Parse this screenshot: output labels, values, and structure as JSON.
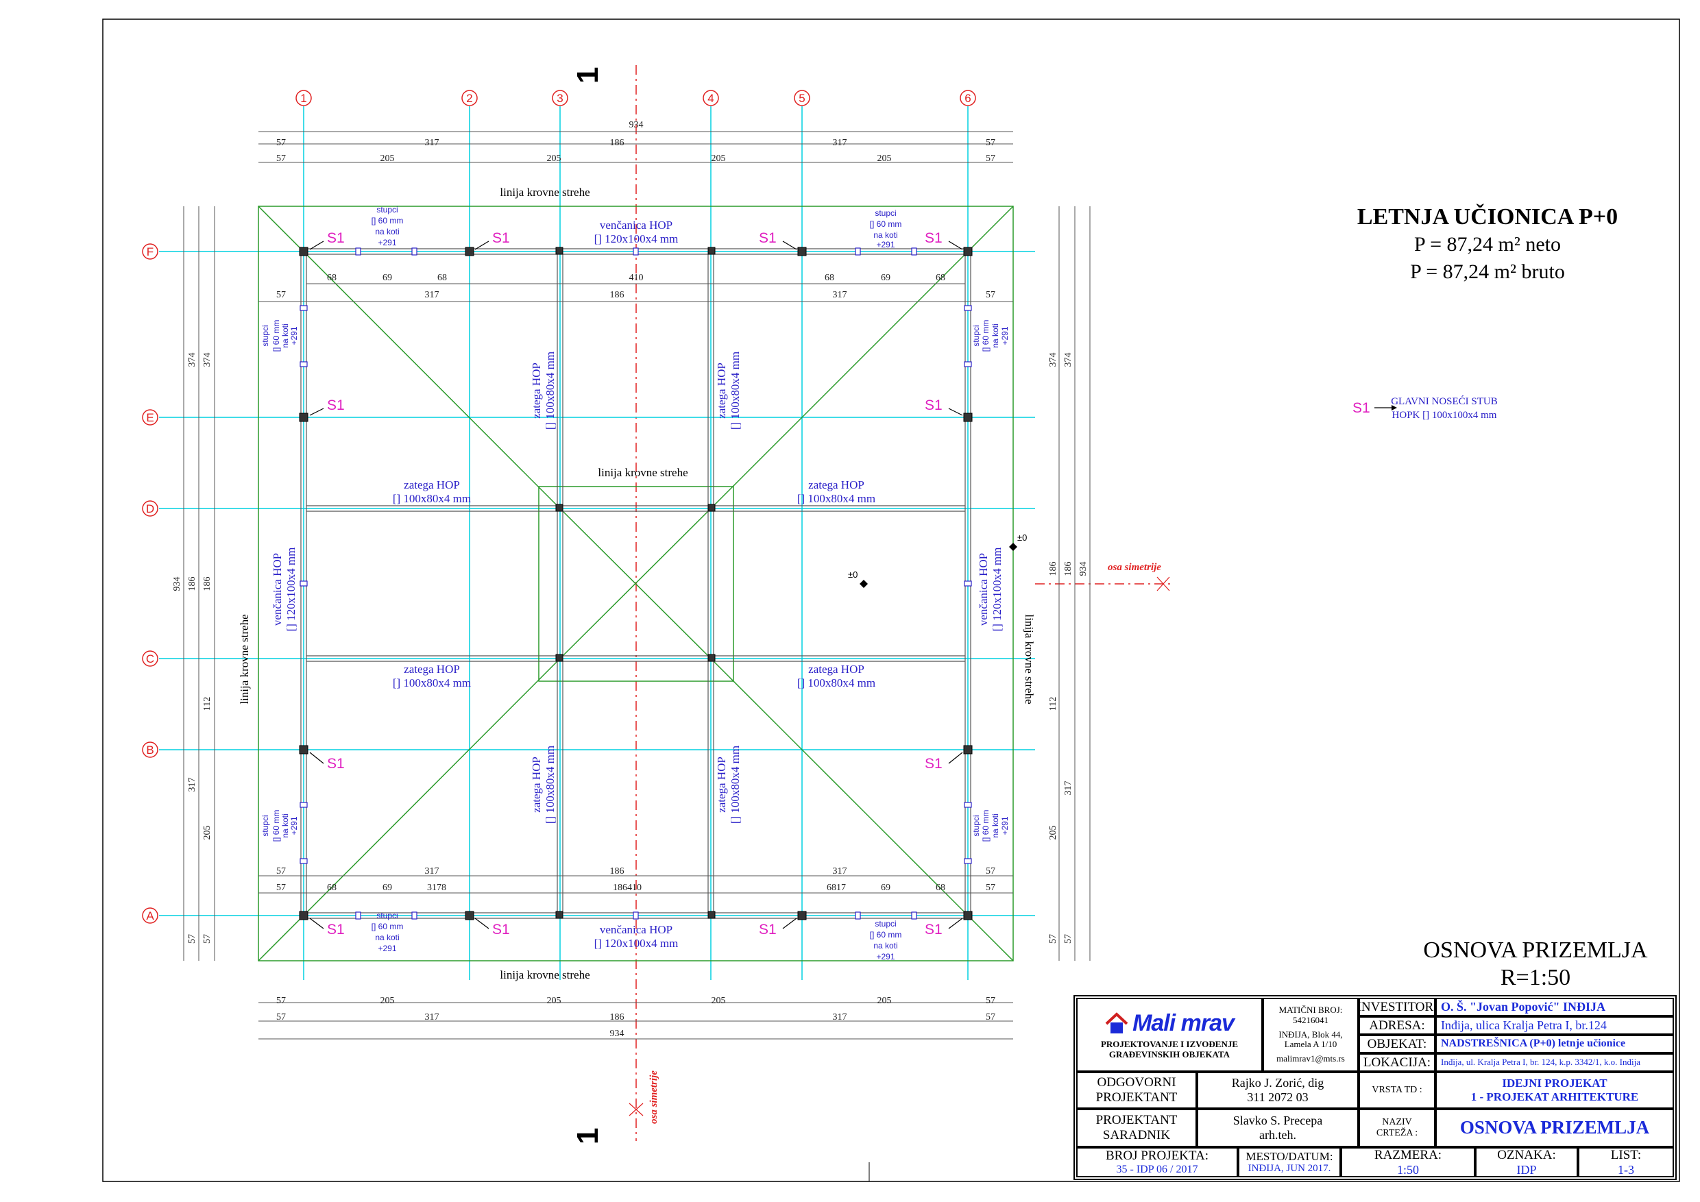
{
  "sheet": {
    "title": "LETNJA UČIONICA P+0",
    "area_net": "P = 87,24 m² neto",
    "area_gross": "P = 87,24 m² bruto",
    "plan_title": "OSNOVA PRIZEMLJA",
    "scale": "R=1:50"
  },
  "legend": {
    "symbol": "S1",
    "line1": "GLAVNI NOSEĆI STUB",
    "line2": "HOPK [] 100x100x4 mm"
  },
  "grid": {
    "columns": [
      "1",
      "2",
      "3",
      "4",
      "5",
      "6"
    ],
    "rows": [
      "F",
      "E",
      "D",
      "C",
      "B",
      "A"
    ]
  },
  "dimensions": {
    "overall": "934",
    "row1": [
      "57",
      "317",
      "186",
      "317",
      "57"
    ],
    "row2": [
      "57",
      "205",
      "205",
      "205",
      "205",
      "57"
    ],
    "inner_top": [
      "68",
      "69",
      "68",
      "410",
      "68",
      "69",
      "68"
    ],
    "inner_top2": [
      "57",
      "317",
      "186",
      "317",
      "57"
    ],
    "inner_bottom1": [
      "57",
      "317",
      "186",
      "317",
      "57"
    ],
    "inner_bottom2": [
      "57",
      "68",
      "69",
      "3178",
      "186410",
      "6817",
      "69",
      "68",
      "57"
    ],
    "left_outer": [
      "374",
      "934",
      "317",
      "57"
    ],
    "left_inner": [
      "374",
      "186",
      "112",
      "205",
      "57"
    ],
    "right_inner": [
      "374",
      "186",
      "112",
      "205",
      "57"
    ],
    "right_outer": [
      "374",
      "934",
      "317",
      "57"
    ],
    "elevation": "±0"
  },
  "annotations": {
    "roof_line": "linija krovne strehe",
    "axis_symmetry": "osa simetrije",
    "section_mark": "1",
    "column_tag": "S1",
    "post_note": [
      "stupci",
      "[] 60 mm",
      "na koti",
      "+291"
    ],
    "ring_beam": [
      "venčanica HOP",
      "[] 120x100x4 mm"
    ],
    "tie_beam": [
      "zatega HOP",
      "[] 100x80x4 mm"
    ]
  },
  "title_block": {
    "company_logo": "Mali mrav",
    "company_desc1": "PROJEKTOVANJE I IZVOĐENJE",
    "company_desc2": "GRAĐEVINSKIH OBJEKATA",
    "reg_label": "MATIČNI BROJ:",
    "reg_number": "54216041",
    "address1": "INĐIJA, Blok 44,",
    "address2": "Lamela A 1/10",
    "email": "malimrav1@mts.rs",
    "investor_label": "INVESTITOR:",
    "investor": "O. Š. \"Jovan Popović\" INĐIJA",
    "address_label": "ADRESA:",
    "address": "Inđija, ulica Kralja Petra I, br.124",
    "object_label": "OBJEKAT:",
    "object": "NADSTREŠNICA (P+0) letnje učionice",
    "location_label": "LOKACIJA:",
    "location": "Inđija, ul. Kralja Petra I, br. 124, k.p. 3342/1, k.o. Inđija",
    "designer_label1": "ODGOVORNI",
    "designer_label2": "PROJEKTANT",
    "designer_name": "Rajko J. Zorić, dig",
    "designer_license": "311 2072 03",
    "type_label": "VRSTA TD :",
    "type1": "IDEJNI PROJEKAT",
    "type2": "1 - PROJEKAT ARHITEKTURE",
    "assoc_label1": "PROJEKTANT",
    "assoc_label2": "SARADNIK",
    "assoc_name": "Slavko S. Precepa",
    "assoc_title": "arh.teh.",
    "drawing_label1": "NAZIV",
    "drawing_label2": "CRTEŽA :",
    "drawing_name": "OSNOVA PRIZEMLJA",
    "proj_no_label": "BROJ PROJEKTA:",
    "proj_no": "35 - IDP 06 / 2017",
    "place_label": "MESTO/DATUM:",
    "place": "INĐIJA, JUN 2017.",
    "scale_label": "RAZMERA:",
    "scale": "1:50",
    "mark_label": "OZNAKA:",
    "mark": "IDP",
    "sheet_label": "LIST:",
    "sheet": "1-3"
  },
  "colors": {
    "grid": "#00d0e0",
    "roof": "#2a9a2a",
    "tag": "#e020c0",
    "label": "#2a20c8",
    "section": "#e02020",
    "dim": "#333333"
  }
}
